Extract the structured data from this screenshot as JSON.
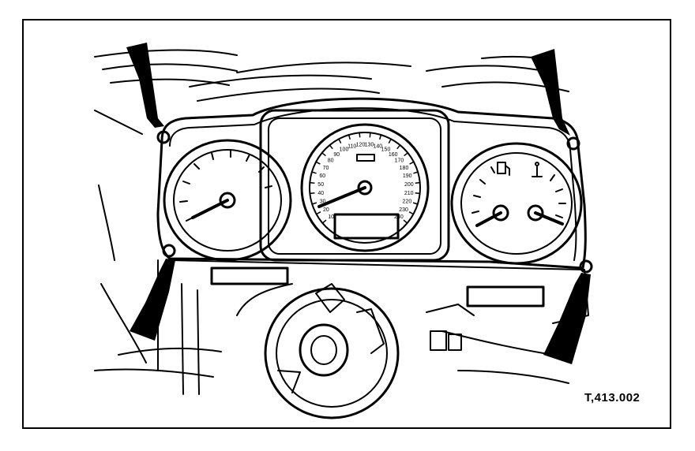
{
  "figure": {
    "reference": "T,413.002"
  },
  "speedometer_labels": [
    "10",
    "20",
    "30",
    "40",
    "50",
    "60",
    "70",
    "80",
    "90",
    "100",
    "110",
    "120",
    "130",
    "140",
    "150",
    "160",
    "170",
    "180",
    "190",
    "200",
    "210",
    "220",
    "230",
    "240"
  ],
  "callouts": {
    "count": 4,
    "meaning": "arrows point to cluster fixing screws"
  },
  "colors": {
    "ink": "#000000",
    "paper": "#ffffff"
  },
  "icons": [
    "fuel-pump-icon",
    "temperature-icon",
    "arrow-icon"
  ]
}
